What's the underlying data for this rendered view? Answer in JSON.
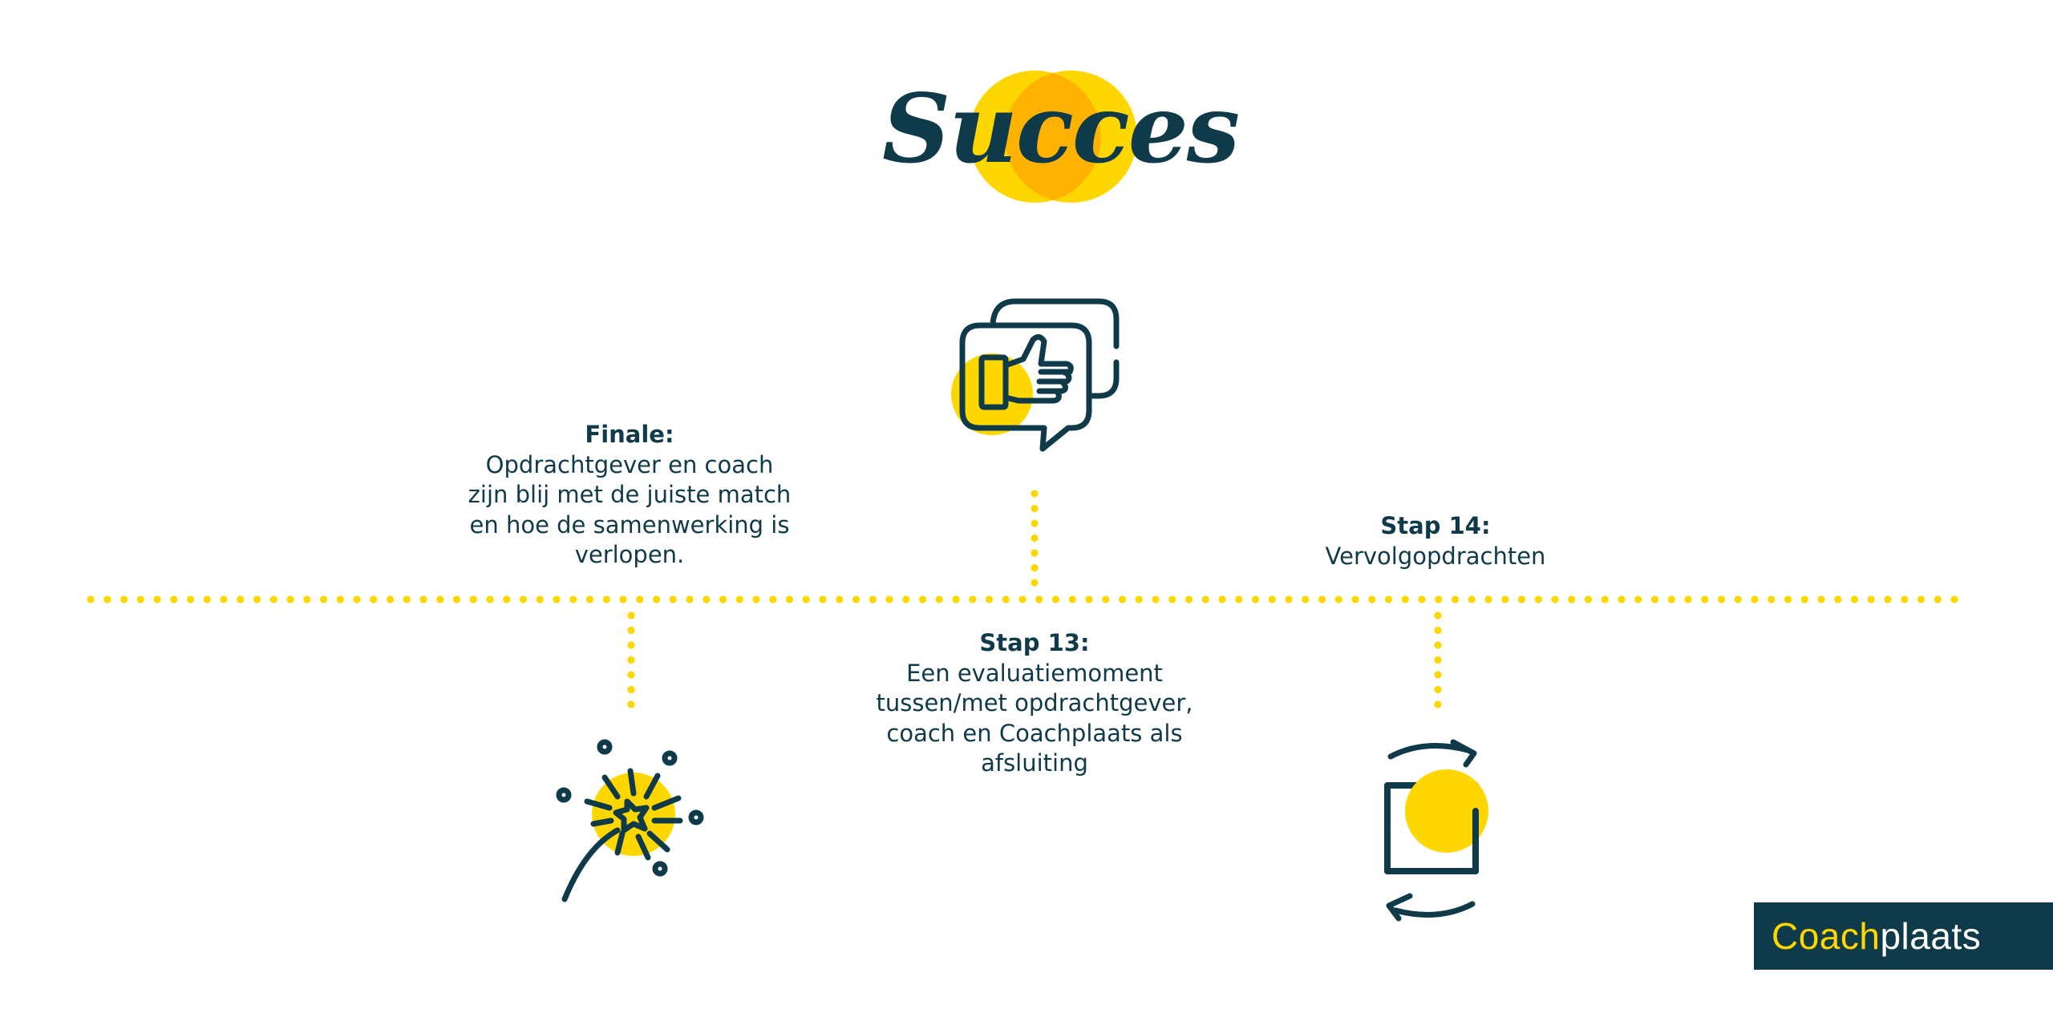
{
  "title": "Succes",
  "colors": {
    "navy": "#0f3a4a",
    "yellow": "#ffd700",
    "orange_overlap": "#ffb300",
    "background": "#ffffff"
  },
  "steps": [
    {
      "id": "finale",
      "heading": "Finale:",
      "body": "Opdrachtgever en coach\nzijn blij met de juiste match\nen hoe de  samenwerking is\nverlopen.",
      "icon": "sparkler-icon"
    },
    {
      "id": "stap13",
      "heading": "Stap 13:",
      "body": "Een evaluatiemoment\ntussen/met opdrachtgever,\ncoach en Coachplaats als\nafsluiting",
      "icon": "thumbs-up-chat-icon"
    },
    {
      "id": "stap14",
      "heading": "Stap 14:",
      "body": "Vervolgopdrachten",
      "icon": "rotate-square-icon"
    }
  ],
  "logo": {
    "part1": "Coach",
    "part2": "plaats"
  }
}
